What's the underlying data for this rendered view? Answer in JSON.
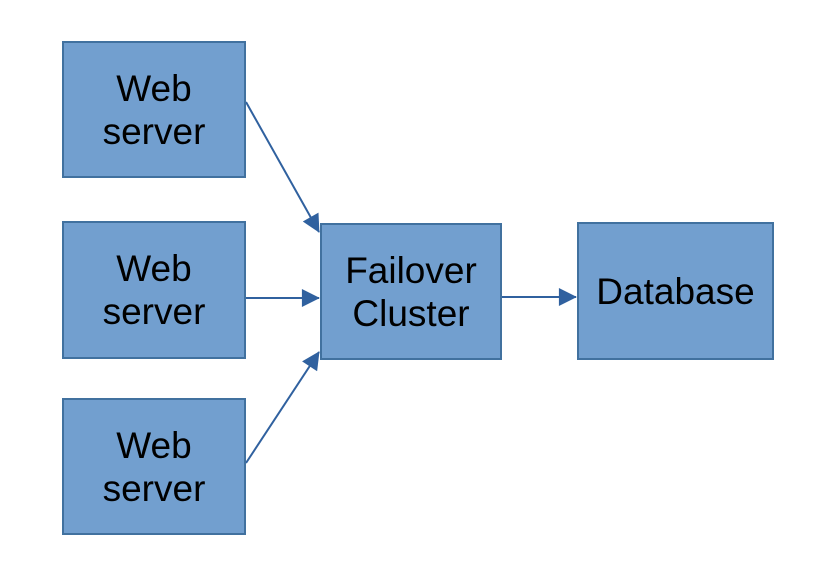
{
  "diagram": {
    "colors": {
      "background": "#ffffff",
      "node_fill": "#729fcf",
      "node_border": "#41719f",
      "arrow": "#30619f",
      "text": "#000000"
    },
    "nodes": [
      {
        "id": "web-server-1",
        "label": "Web\nserver"
      },
      {
        "id": "web-server-2",
        "label": "Web\nserver"
      },
      {
        "id": "web-server-3",
        "label": "Web\nserver"
      },
      {
        "id": "failover-cluster",
        "label": "Failover\nCluster"
      },
      {
        "id": "database",
        "label": "Database"
      }
    ],
    "edges": [
      {
        "from": "web-server-1",
        "to": "failover-cluster"
      },
      {
        "from": "web-server-2",
        "to": "failover-cluster"
      },
      {
        "from": "web-server-3",
        "to": "failover-cluster"
      },
      {
        "from": "failover-cluster",
        "to": "database"
      }
    ]
  }
}
